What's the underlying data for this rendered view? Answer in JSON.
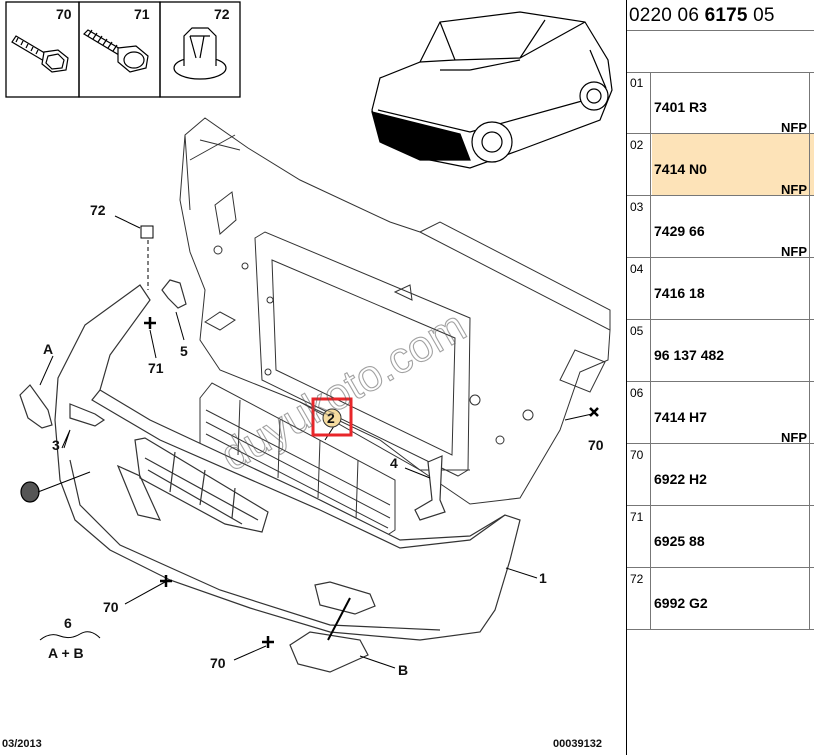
{
  "reference": {
    "prefix": "0220 06 ",
    "bold": "6175",
    "suffix": " 05"
  },
  "footer": {
    "date": "03/2013",
    "doc_number": "00039132"
  },
  "watermark": "duyukoto.com",
  "fastener_labels": [
    "70",
    "71",
    "72"
  ],
  "callouts": {
    "c72": "72",
    "cA": "A",
    "c71": "71",
    "c5": "5",
    "c3": "3",
    "c2": "2",
    "c4": "4",
    "c70r": "70",
    "c1": "1",
    "c70l": "70",
    "c6": "6",
    "cAB": "A + B",
    "c70b": "70",
    "cB": "B"
  },
  "highlight_color": "#e8262a",
  "row_highlight_color": "#fde3b8",
  "parts": [
    {
      "index": "01",
      "code": "7401 R3",
      "note": "NFP",
      "highlighted": false
    },
    {
      "index": "02",
      "code": "7414 N0",
      "note": "NFP",
      "highlighted": true
    },
    {
      "index": "03",
      "code": "7429 66",
      "note": "NFP",
      "highlighted": false
    },
    {
      "index": "04",
      "code": "7416 18",
      "note": "",
      "highlighted": false
    },
    {
      "index": "05",
      "code": "96 137 482",
      "note": "",
      "highlighted": false
    },
    {
      "index": "06",
      "code": "7414 H7",
      "note": "NFP",
      "highlighted": false
    },
    {
      "index": "70",
      "code": "6922 H2",
      "note": "",
      "highlighted": false
    },
    {
      "index": "71",
      "code": "6925 88",
      "note": "",
      "highlighted": false
    },
    {
      "index": "72",
      "code": "6992 G2",
      "note": "",
      "highlighted": false
    }
  ]
}
